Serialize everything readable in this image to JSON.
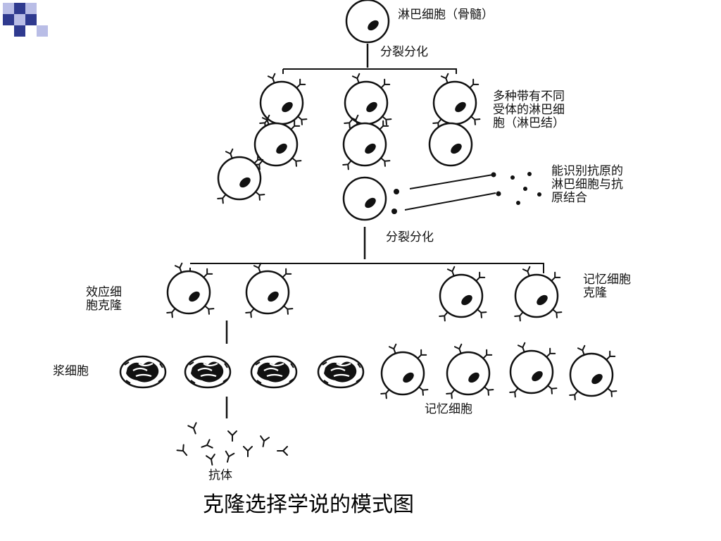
{
  "labels": {
    "bone_marrow_lymphocyte": "淋巴细胞（骨髓）",
    "differentiation_top": "分裂分化",
    "diverse_receptors": "多种带有不同\n受体的淋巴细\n胞（淋巴结）",
    "antigen_recognizing": "能识别抗原的\n淋巴细胞与抗\n原结合",
    "differentiation_middle": "分裂分化",
    "effector_clone": "效应细\n胞克隆",
    "memory_clone": "记忆细胞\n克隆",
    "plasma_cell": "浆细胞",
    "memory_cell": "记忆细胞",
    "antibody": "抗体"
  },
  "caption": "克隆选择学说的模式图",
  "colors": {
    "ink": "#111111",
    "logo_dark": "#2f3a8f",
    "logo_light": "#b9bde6"
  },
  "icons": {
    "logo": "checker-logo-icon"
  }
}
